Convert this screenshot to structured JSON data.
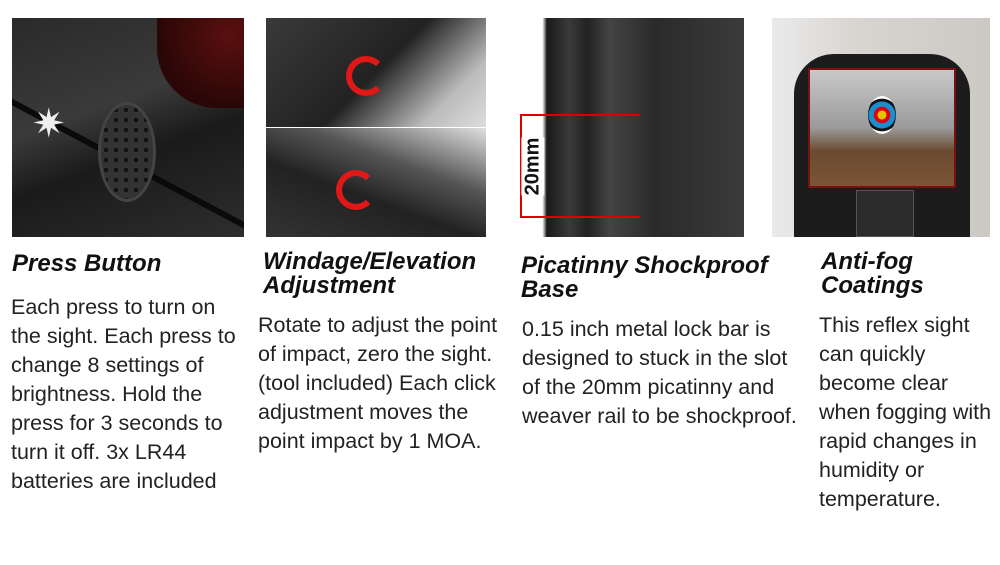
{
  "features": [
    {
      "title": "Press Button",
      "text": "Each press to turn on the sight. Each press to change 8 settings of brightness. Hold the press for 3 seconds to turn it off.  3x LR44 batteries are included"
    },
    {
      "title": "Windage/Elevation Adjustment",
      "text": "Rotate to adjust the point of impact, zero the sight. (tool included) Each click adjustment moves the point impact by 1 MOA."
    },
    {
      "title": "Picatinny Shockproof Base",
      "text": "0.15 inch metal lock bar is designed to stuck in the slot of the 20mm picatinny and weaver rail to be shockproof.",
      "measure_label": "20mm"
    },
    {
      "title": "Anti-fog Coatings",
      "text": "This reflex sight can quickly become clear when fogging with rapid changes in humidity or temperature."
    }
  ]
}
